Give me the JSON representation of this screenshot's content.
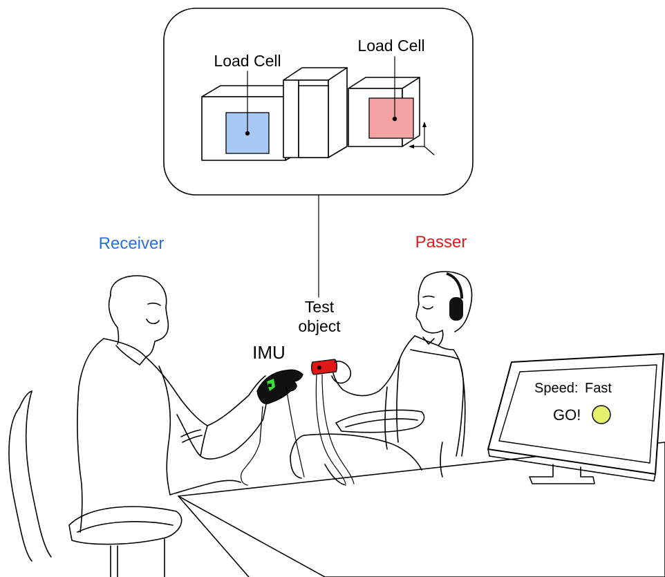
{
  "sensor_box": {
    "left_label": "Load Cell",
    "right_label": "Load Cell",
    "left_color": "#a9c8f3",
    "right_color": "#f4a3a3"
  },
  "roles": {
    "receiver": "Receiver",
    "receiver_color": "#2a6fd6",
    "passer": "Passer",
    "passer_color": "#e3191b"
  },
  "labels": {
    "test_object_line1": "Test",
    "test_object_line2": "object",
    "imu": "IMU"
  },
  "monitor": {
    "speed_label": "Speed:",
    "speed_value": "Fast",
    "go_text": "GO!",
    "go_light_color": "#e6f26b"
  },
  "icons": [
    "axes-icon",
    "glove-imu-icon",
    "headphones-icon",
    "go-light-icon"
  ]
}
